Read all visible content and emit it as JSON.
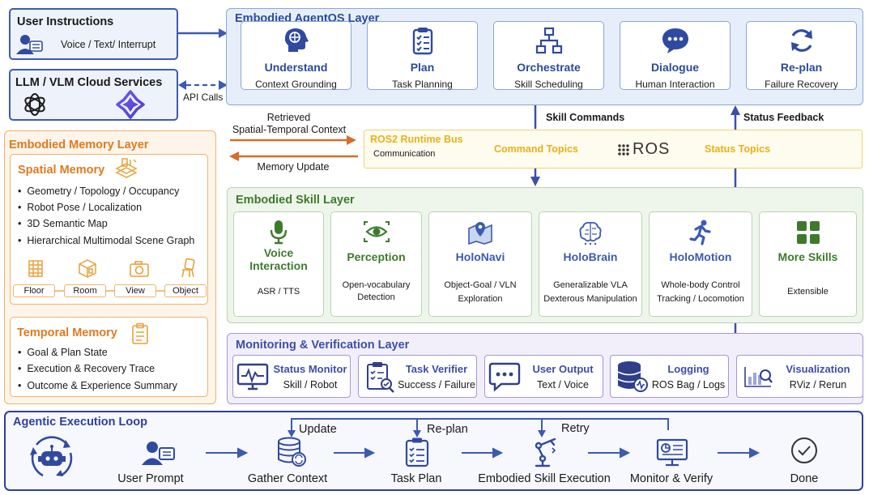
{
  "user_instructions": {
    "title": "User Instructions",
    "sub": "Voice / Text/ Interrupt"
  },
  "llm": {
    "title": "LLM / VLM Cloud Services",
    "api_calls": "API Calls"
  },
  "agentos": {
    "title": "Embodied AgentOS Layer",
    "cards": [
      {
        "title": "Understand",
        "sub": "Context Grounding",
        "icon": "brain-head-icon"
      },
      {
        "title": "Plan",
        "sub": "Task Planning",
        "icon": "clipboard-checklist-icon"
      },
      {
        "title": "Orchestrate",
        "sub": "Skill Scheduling",
        "icon": "hierarchy-icon"
      },
      {
        "title": "Dialogue",
        "sub": "Human Interaction",
        "icon": "chat-bubble-icon"
      },
      {
        "title": "Re-plan",
        "sub": "Failure Recovery",
        "icon": "refresh-icon"
      }
    ]
  },
  "arrows": {
    "retrieved_line1": "Retrieved",
    "retrieved_line2": "Spatial-Temporal Context",
    "memory_update": "Memory Update",
    "skill_commands": "Skill Commands",
    "status_feedback": "Status Feedback"
  },
  "memory": {
    "title": "Embodied Memory Layer",
    "spatial": {
      "title": "Spatial Memory",
      "items": [
        "Geometry / Topology / Occupancy",
        "Robot Pose / Localization",
        "3D Semantic Map",
        "Hierarchical Multimodal Scene Graph"
      ],
      "levels": [
        "Floor",
        "Room",
        "View",
        "Object"
      ]
    },
    "temporal": {
      "title": "Temporal Memory",
      "items": [
        "Goal & Plan State",
        "Execution & Recovery Trace",
        "Outcome & Experience Summary"
      ]
    }
  },
  "ros": {
    "title": "ROS2 Runtime Bus",
    "sub": "Communication",
    "command_topics": "Command Topics",
    "logo": "ROS",
    "status_topics": "Status Topics"
  },
  "skills": {
    "title": "Embodied Skill Layer",
    "cards": [
      {
        "title_line1": "Voice",
        "title_line2": "Interaction",
        "sub_line1": "ASR / TTS",
        "sub_line2": "",
        "color": "#3e7a2e"
      },
      {
        "title_line1": "Perception",
        "title_line2": "",
        "sub_line1": "Open-vocabulary",
        "sub_line2": "Detection",
        "color": "#3e7a2e"
      },
      {
        "title_line1": "HoloNavi",
        "title_line2": "",
        "sub_line1": "Object-Goal / VLN",
        "sub_line2": "Exploration",
        "color": "#3c5bb0"
      },
      {
        "title_line1": "HoloBrain",
        "title_line2": "",
        "sub_line1": "Generalizable VLA",
        "sub_line2": "Dexterous Manipulation",
        "color": "#3c5bb0"
      },
      {
        "title_line1": "HoloMotion",
        "title_line2": "",
        "sub_line1": "Whole-body Control",
        "sub_line2": "Tracking / Locomotion",
        "color": "#3c5bb0"
      },
      {
        "title_line1": "More Skills",
        "title_line2": "",
        "sub_line1": "Extensible",
        "sub_line2": "",
        "color": "#3e7a2e"
      }
    ]
  },
  "monitor": {
    "title": "Monitoring & Verification Layer",
    "cards": [
      {
        "title": "Status Monitor",
        "sub": "Skill / Robot"
      },
      {
        "title": "Task Verifier",
        "sub": "Success / Failure"
      },
      {
        "title": "User Output",
        "sub": "Text / Voice"
      },
      {
        "title": "Logging",
        "sub": "ROS Bag / Logs"
      },
      {
        "title": "Visualization",
        "sub": "RViz / Rerun"
      }
    ]
  },
  "loop": {
    "title": "Agentic Execution Loop",
    "steps": [
      "User Prompt",
      "Gather Context",
      "Task Plan",
      "Embodied Skill Execution",
      "Monitor & Verify",
      "Done"
    ],
    "update": "Update",
    "replan": "Re-plan",
    "retry": "Retry"
  },
  "colors": {
    "agentos_title": "#2b4a9e",
    "memory_title": "#e07a1f",
    "skill_title": "#3e7a2e",
    "monitor_title": "#3c4fa8",
    "loop_border": "#2f3f9e",
    "ros_yellow": "#e8b21a"
  }
}
